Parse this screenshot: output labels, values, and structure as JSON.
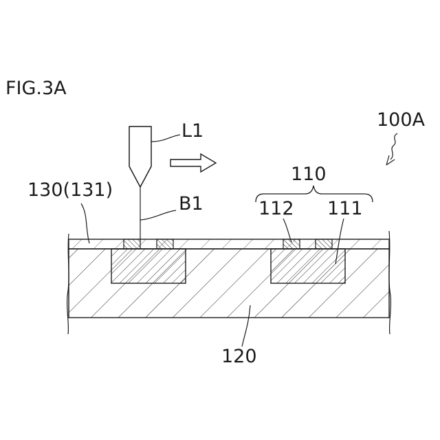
{
  "figure": {
    "title": "FIG.3A",
    "labels": {
      "device": "100A",
      "laser": "L1",
      "beam": "B1",
      "coating": "130(131)",
      "group": "110",
      "pad": "112",
      "well": "111",
      "substrate": "120"
    }
  }
}
